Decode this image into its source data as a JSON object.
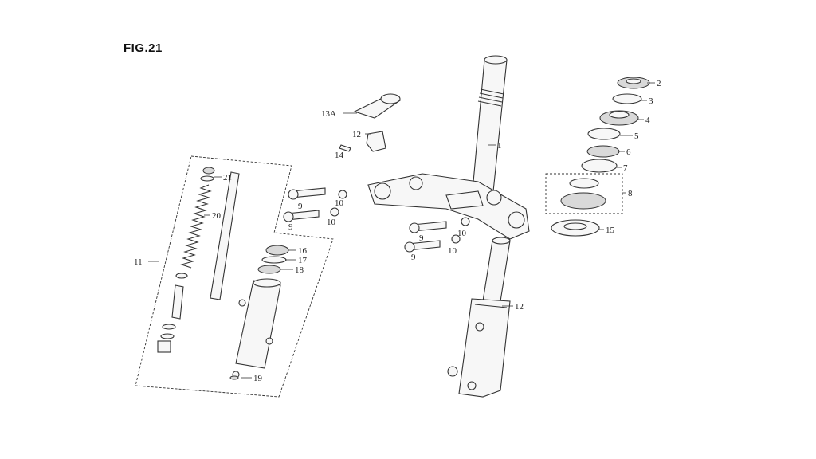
{
  "figure": {
    "title": "FIG.21"
  },
  "labels": {
    "l1": "1",
    "l2": "2",
    "l3": "3",
    "l4": "4",
    "l5": "5",
    "l6": "6",
    "l7": "7",
    "l8": "8",
    "l9a": "9",
    "l9b": "9",
    "l9c": "9",
    "l9d": "9",
    "l10a": "10",
    "l10b": "10",
    "l10c": "10",
    "l10d": "10",
    "l11": "11",
    "l12": "12",
    "l12b": "12",
    "l13a": "13A",
    "l14": "14",
    "l15": "15",
    "l16": "16",
    "l17": "17",
    "l18": "18",
    "l19": "19",
    "l20": "20",
    "l21": "21"
  }
}
